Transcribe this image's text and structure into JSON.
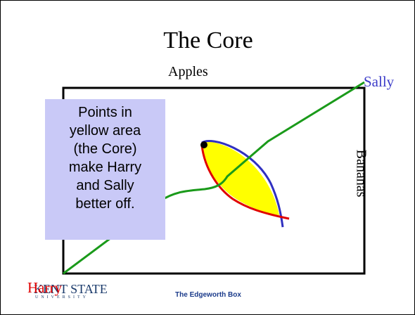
{
  "slide": {
    "title": "The Core",
    "label_top": "Apples",
    "label_right": "Bananas",
    "origin_sally": "Sally",
    "origin_harry": "Harry",
    "callout_lines": [
      "Points in",
      "yellow area",
      "(the Core)",
      "make Harry",
      "and Sally",
      "better off."
    ],
    "footer": "The Edgeworth Box",
    "logo": {
      "main": "KENT STATE",
      "sub": "UNIVERSITY"
    }
  },
  "colors": {
    "box": "#000000",
    "contract_curve": "#1a9a1a",
    "core_fill": "#ffff00",
    "harry_indifference": "#e00000",
    "sally_indifference": "#3030c0",
    "callout_bg": "#c9c9f7",
    "sally_label": "#3b3bc8",
    "harry_label": "#e00000",
    "footer": "#1a3a8a"
  }
}
